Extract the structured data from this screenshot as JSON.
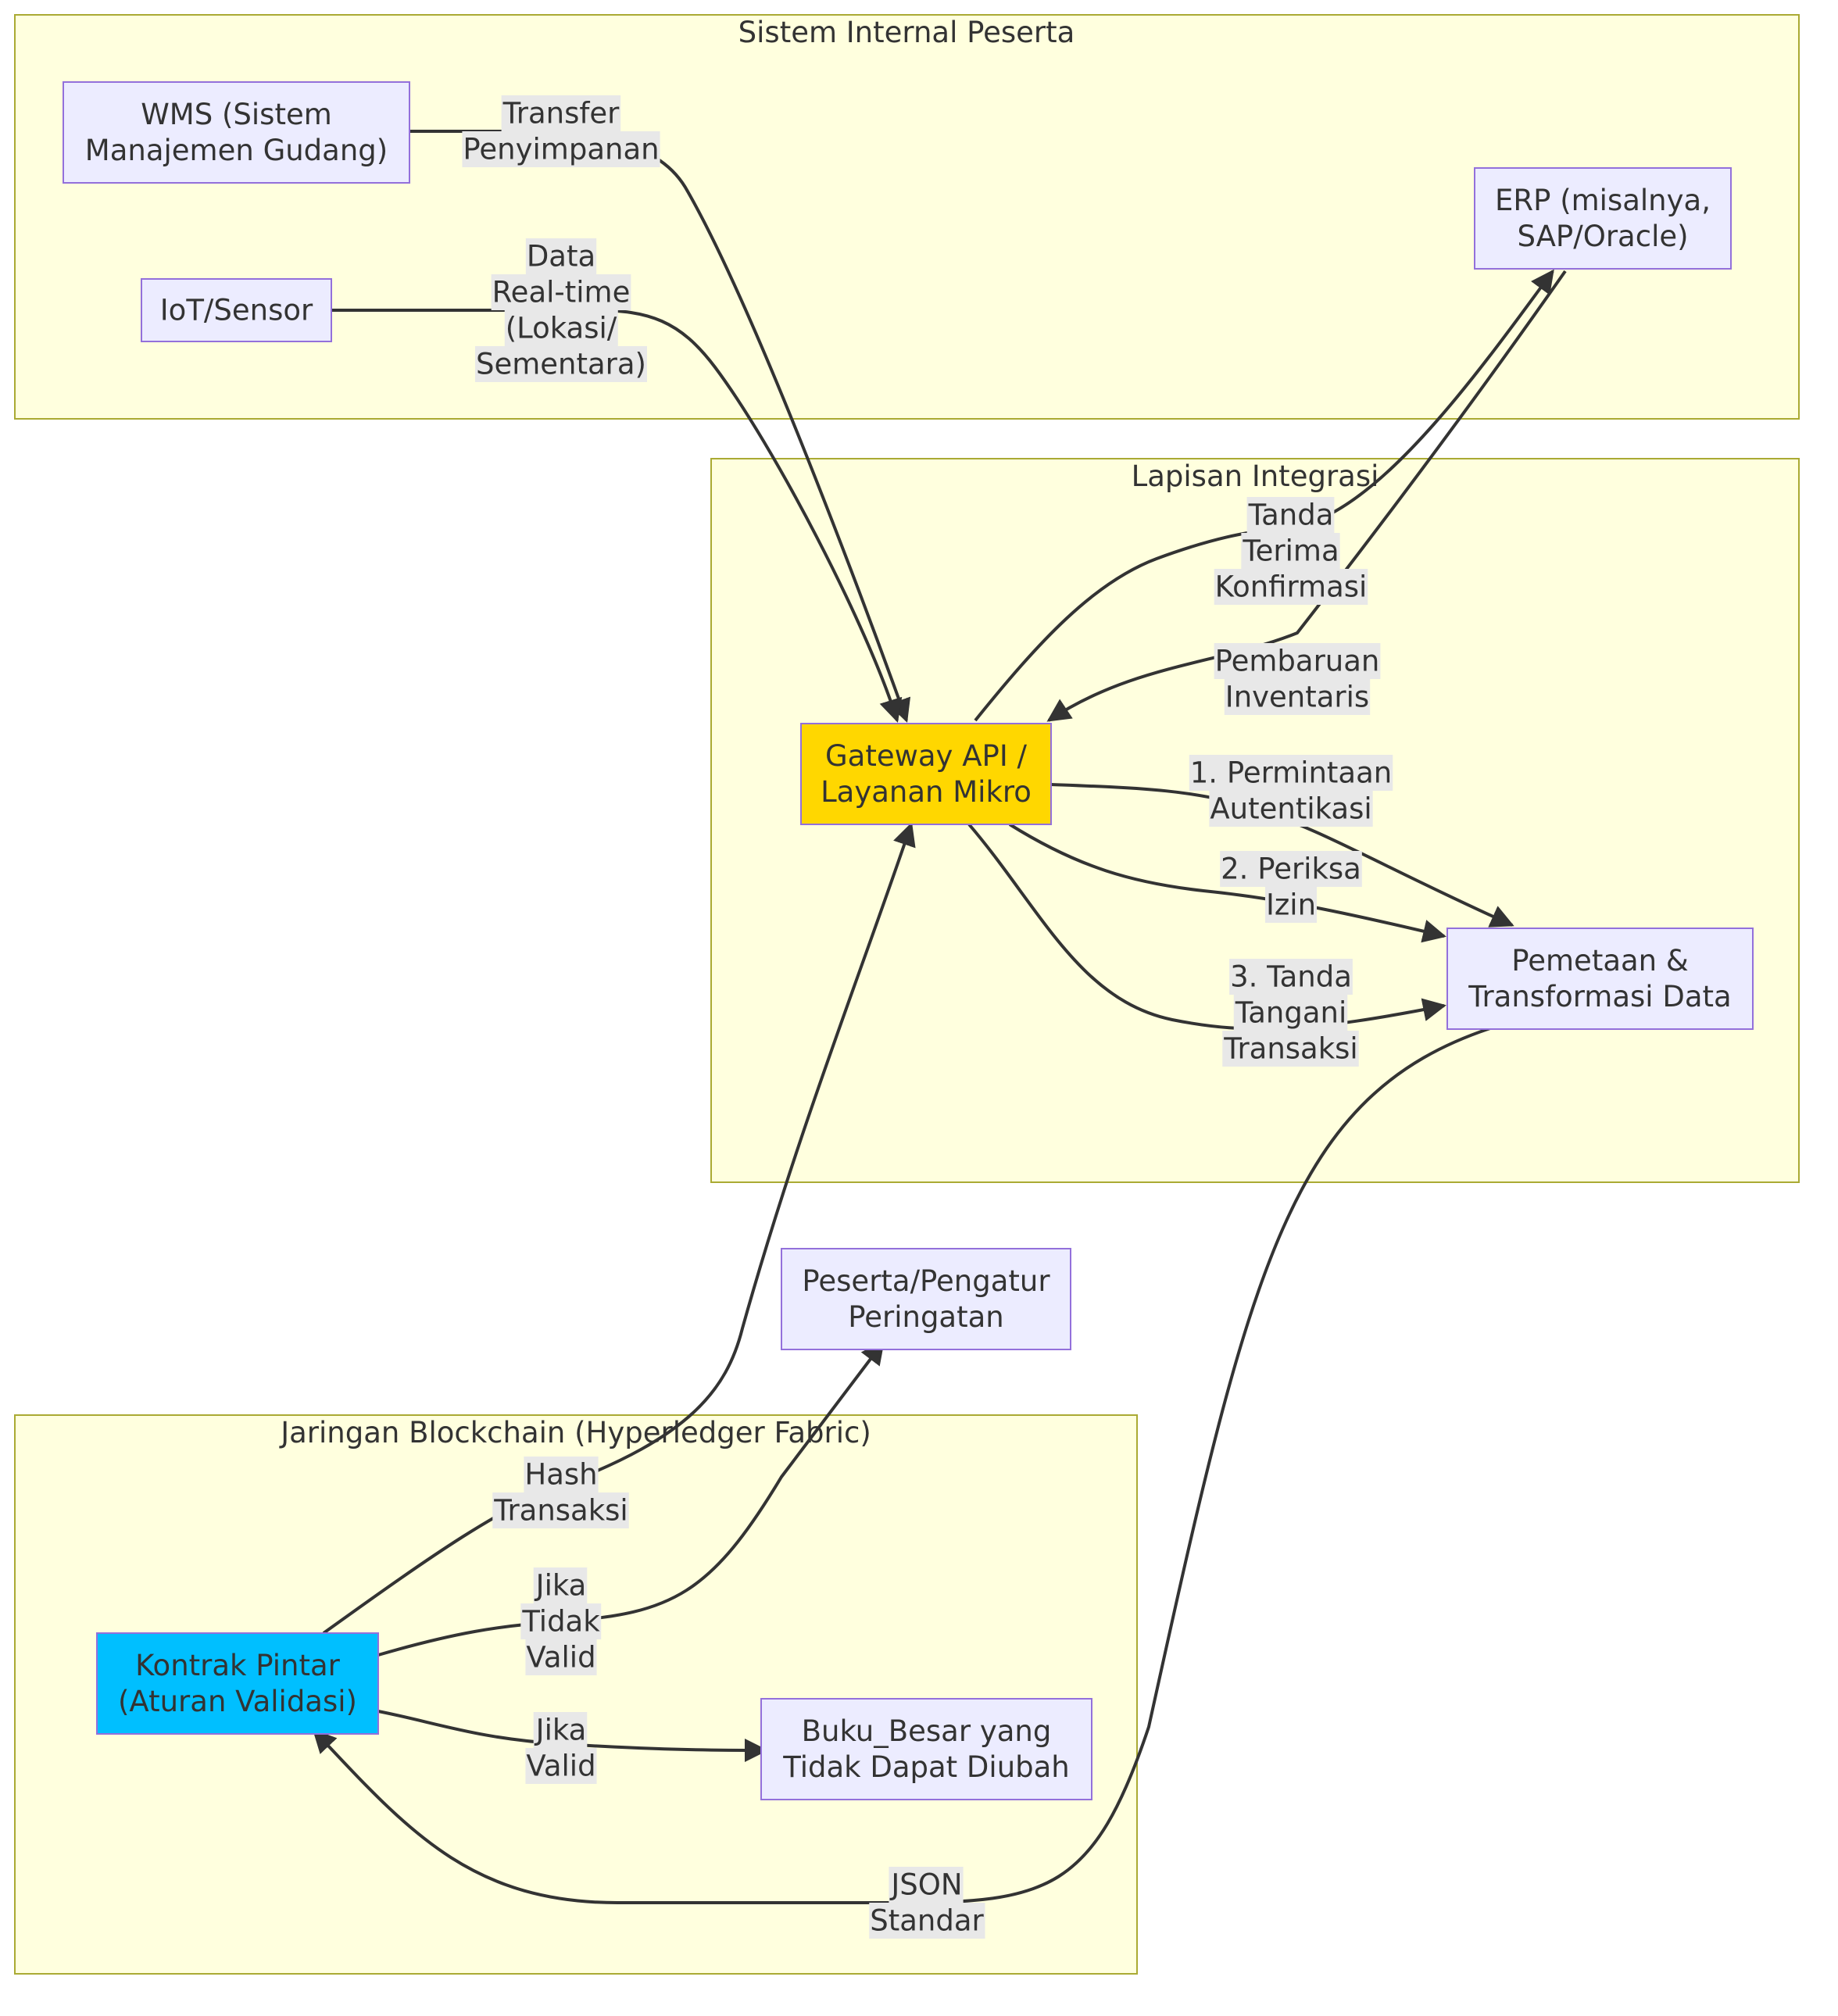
{
  "clusters": {
    "internal": {
      "title": "Sistem Internal Peserta"
    },
    "integration": {
      "title": "Lapisan Integrasi"
    },
    "blockchain": {
      "title": "Jaringan Blockchain (Hyperledger Fabric)"
    }
  },
  "nodes": {
    "wms": {
      "lines": [
        "WMS (Sistem",
        "Manajemen Gudang)"
      ],
      "fill": "#ececff"
    },
    "iot": {
      "lines": [
        "IoT/Sensor"
      ],
      "fill": "#ececff"
    },
    "erp": {
      "lines": [
        "ERP (misalnya,",
        "SAP/Oracle)"
      ],
      "fill": "#ececff"
    },
    "gateway": {
      "lines": [
        "Gateway API /",
        "Layanan Mikro"
      ],
      "fill": "#ffd700"
    },
    "mapping": {
      "lines": [
        "Pemetaan &",
        "Transformasi Data"
      ],
      "fill": "#ececff"
    },
    "alert": {
      "lines": [
        "Peserta/Pengatur",
        "Peringatan"
      ],
      "fill": "#ececff"
    },
    "contract": {
      "lines": [
        "Kontrak Pintar",
        "(Aturan Validasi)"
      ],
      "fill": "#00bfff"
    },
    "ledger": {
      "lines": [
        "Buku_Besar yang",
        "Tidak Dapat Diubah"
      ],
      "fill": "#ececff"
    }
  },
  "edges": {
    "wms_gateway": {
      "label": [
        "Transfer",
        "Penyimpanan"
      ]
    },
    "iot_gateway": {
      "label": [
        "Data",
        "Real-time",
        "(Lokasi/",
        "Sementara)"
      ]
    },
    "gateway_erp": {
      "label": [
        "Tanda",
        "Terima",
        "Konfirmasi"
      ]
    },
    "erp_gateway": {
      "label": [
        "Pembaruan",
        "Inventaris"
      ]
    },
    "gateway_mapping_1": {
      "label": [
        "1. Permintaan",
        "Autentikasi"
      ]
    },
    "gateway_mapping_2": {
      "label": [
        "2. Periksa",
        "Izin"
      ]
    },
    "gateway_mapping_3": {
      "label": [
        "3. Tanda",
        "Tangani",
        "Transaksi"
      ]
    },
    "mapping_contract": {
      "label": [
        "JSON",
        "Standar"
      ]
    },
    "contract_gateway": {
      "label": [
        "Hash",
        "Transaksi"
      ]
    },
    "contract_alert": {
      "label": [
        "Jika",
        "Tidak",
        "Valid"
      ]
    },
    "contract_ledger": {
      "label": [
        "Jika",
        "Valid"
      ]
    }
  }
}
